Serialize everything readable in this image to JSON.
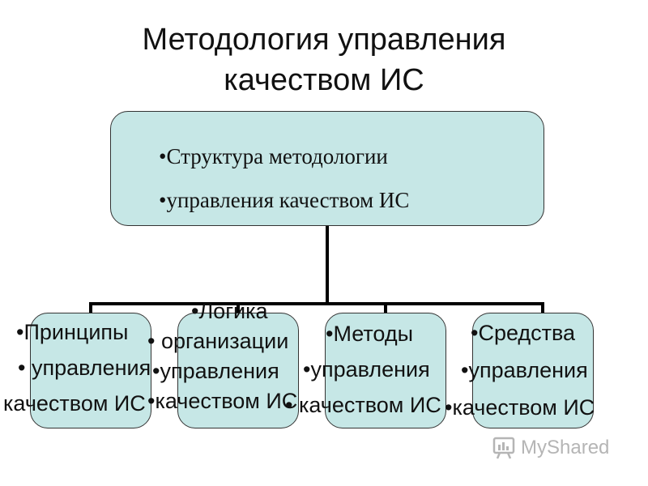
{
  "title": {
    "line1": "Методология управления",
    "line2": "качеством ИС"
  },
  "top_box": {
    "items": [
      "•Структура методологии",
      "•управления качеством ИС"
    ]
  },
  "children": [
    {
      "lines": [
        "•Принципы",
        "• управления",
        "качеством ИС"
      ]
    },
    {
      "lines": [
        "•Логика",
        "• организации",
        "•управления",
        "•качеством ИС"
      ]
    },
    {
      "lines": [
        "•Методы",
        "•управления",
        "• качеством ИС"
      ]
    },
    {
      "lines": [
        "•Средства",
        "•управления",
        "•качеством ИС"
      ]
    }
  ],
  "watermark": {
    "text": "MyShared",
    "icon": "myshared-logo-icon"
  },
  "colors": {
    "box_fill": "#c6e7e6",
    "connector": "#000000",
    "watermark": "#b5b5b5"
  }
}
